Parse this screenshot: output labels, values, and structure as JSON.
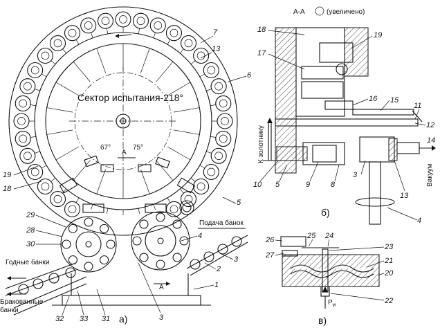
{
  "colors": {
    "ink": "#111111",
    "paper": "#ffffff"
  },
  "labels": {
    "sector_test": "Сектор испытания-218°",
    "angle_67": "67°",
    "angle_75": "75°",
    "section_letter": "А",
    "section_title": "А-А",
    "enlarged": "(увеличено)",
    "feed_cans": "Подача банок",
    "good_cans": "Годные банки",
    "rejected_1": "Бракованные",
    "rejected_2": "банки",
    "to_valve": "К золотнику",
    "vacuum": "Вакуум",
    "pressure_p": "P",
    "pressure_sub": "и",
    "fig_a": "а)",
    "fig_b": "б)",
    "fig_v": "в)"
  },
  "numbers_a": {
    "n1": "1",
    "n2": "2",
    "n3a": "3",
    "n3b": "3",
    "n4": "4",
    "n5": "5",
    "n6": "6",
    "n7": "7",
    "n13": "13",
    "n18": "18",
    "n19": "19",
    "n28": "28",
    "n29": "29",
    "n30": "30",
    "n31": "31",
    "n32": "32",
    "n33": "33"
  },
  "numbers_b": {
    "n3": "3",
    "n4": "4",
    "n5": "5",
    "n8": "8",
    "n9": "9",
    "n10": "10",
    "n11": "11",
    "n12": "12",
    "n13": "13",
    "n14": "14",
    "n15": "15",
    "n16": "16",
    "n17": "17",
    "n18": "18",
    "n19": "19"
  },
  "numbers_v": {
    "n20": "20",
    "n21": "21",
    "n22": "22",
    "n23": "23",
    "n24": "24",
    "n25": "25",
    "n26": "26",
    "n27": "27"
  }
}
